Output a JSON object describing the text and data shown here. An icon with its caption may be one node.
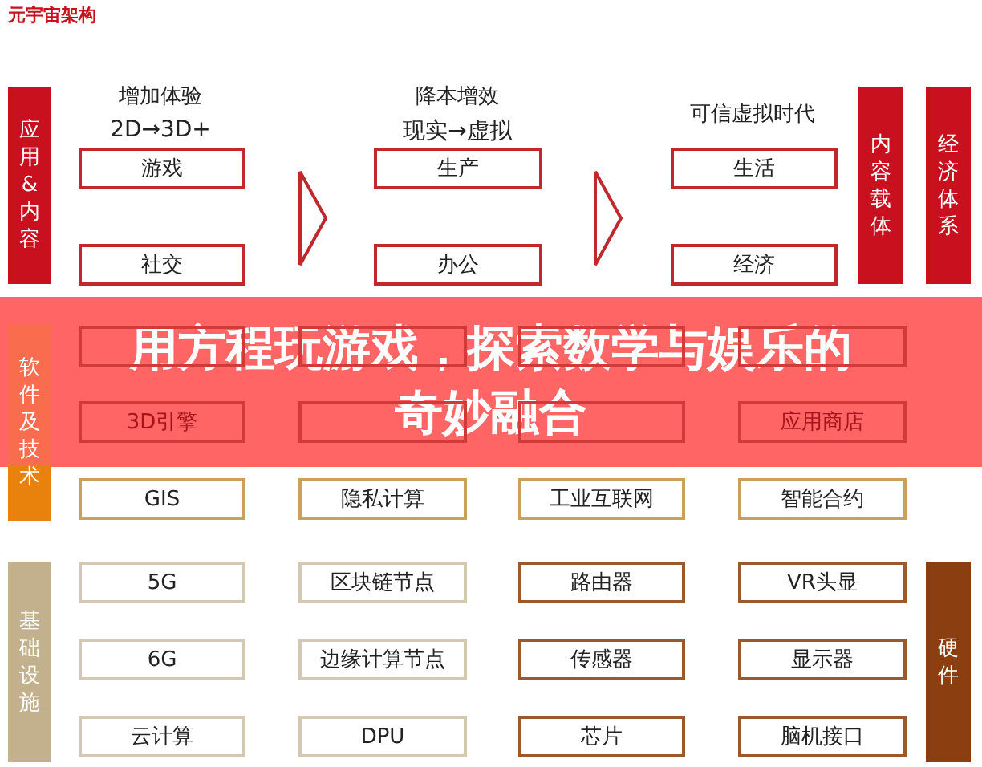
{
  "diagram": {
    "title": "元宇宙架构",
    "caption": "用方程玩游戏，探索数学与娱乐的奇妙融合",
    "nodes": [
      {
        "text": [
          "应用&内容"
        ]
      },
      {
        "text": [
          "游戏"
        ]
      },
      {
        "text": [
          "生产"
        ]
      },
      {
        "text": [
          "生活"
        ]
      },
      {
        "text": [
          "内容载体"
        ]
      },
      {
        "text": [
          "经济体系"
        ]
      },
      {
        "text": [
          "社交"
        ]
      },
      {
        "text": [
          "办公"
        ]
      },
      {
        "text": [
          "经济"
        ]
      },
      {
        "text": [
          "软件及技术"
        ]
      },
      {
        "text": [],
        "shape": "box"
      },
      {
        "text": [],
        "shape": "box"
      },
      {
        "text": [],
        "shape": "box"
      },
      {
        "text": [],
        "shape": "box"
      },
      {
        "text": [
          "3D引擎"
        ]
      },
      {
        "text": [],
        "shape": "box"
      },
      {
        "text": [],
        "shape": "box"
      },
      {
        "text": [
          "应用商店"
        ]
      },
      {
        "text": [
          "GIS"
        ]
      },
      {
        "text": [
          "隐私计算"
        ]
      },
      {
        "text": [
          "工业互联网"
        ]
      },
      {
        "text": [
          "智能合约"
        ]
      },
      {
        "text": [
          "基础设施"
        ]
      },
      {
        "text": [
          "5G"
        ]
      },
      {
        "text": [
          "区块链节点"
        ]
      },
      {
        "text": [
          "路由器"
        ]
      },
      {
        "text": [
          "VR头显"
        ]
      },
      {
        "text": [
          "硬件"
        ]
      },
      {
        "text": [
          "6G"
        ]
      },
      {
        "text": [
          "边缘计算节点"
        ]
      },
      {
        "text": [
          "传感器"
        ]
      },
      {
        "text": [
          "显示器"
        ]
      },
      {
        "text": [
          "云计算"
        ]
      },
      {
        "text": [
          "DPU"
        ]
      },
      {
        "text": [
          "芯片"
        ]
      },
      {
        "text": [
          "脑机接口"
        ]
      }
    ],
    "labels": [
      "增加体验",
      "2D→3D+",
      "降本增效",
      "现实→虚拟",
      "可信虚拟时代"
    ]
  }
}
